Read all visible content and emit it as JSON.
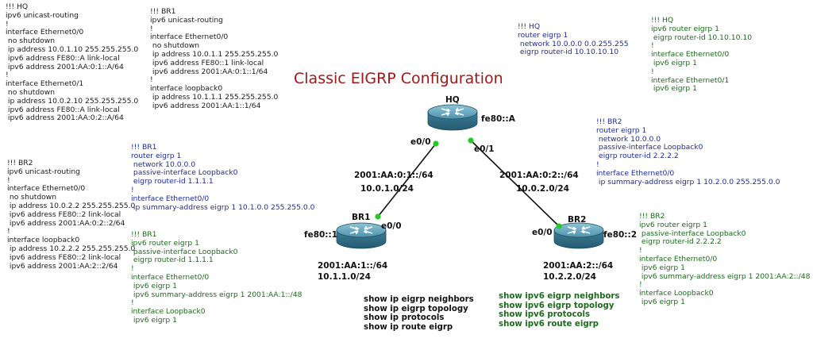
{
  "title": "Classic EIGRP Configuration",
  "colors": {
    "title": "#a01818",
    "ipv4_config": "#1f2a9a",
    "ipv6_config": "#1c6a1c",
    "base_config": "#1a1a1a",
    "link": "#111111",
    "port_dot": "#22cc22"
  },
  "configs": {
    "hq_base": "!!! HQ\nipv6 unicast-routing\n!\ninterface Ethernet0/0\n no shutdown\n ip address 10.0.1.10 255.255.255.0\n ipv6 address FE80::A link-local\n ipv6 address 2001:AA:0:1::A/64\n!\ninterface Ethernet0/1\n no shutdown\n ip address 10.0.2.10 255.255.255.0\n ipv6 address FE80::A link-local\n ipv6 address 2001:AA:0:2::A/64",
    "br1_base": "!!! BR1\nipv6 unicast-routing\n!\ninterface Ethernet0/0\n no shutdown\n ip address 10.0.1.1 255.255.255.0\n ipv6 address FE80::1 link-local\n ipv6 address 2001:AA:0:1::1/64\n!\ninterface loopback0\n ip address 10.1.1.1 255.255.255.0\n ipv6 address 2001:AA:1::1/64",
    "br2_base": "!!! BR2\nipv6 unicast-routing\n!\ninterface Ethernet0/0\n no shutdown\n ip address 10.0.2.2 255.255.255.0\n ipv6 address FE80::2 link-local\n ipv6 address 2001:AA:0:2::2/64\n!\ninterface loopback0\n ip address 10.2.2.2 255.255.255.0\n ipv6 address FE80::2 link-local\n ipv6 address 2001:AA:2::2/64",
    "br1_ipv4": "!!! BR1\nrouter eigrp 1\n network 10.0.0.0\n passive-interface Loopback0\n eigrp router-id 1.1.1.1\n!\ninterface Ethernet0/0\n ip summary-address eigrp 1 10.1.0.0 255.255.0.0",
    "br1_ipv6": "!!! BR1\nipv6 router eigrp 1\n passive-interface Loopback0\n eigrp router-id 1.1.1.1\n!\ninterface Ethernet0/0\n ipv6 eigrp 1\n ipv6 summary-address eigrp 1 2001:AA:1::/48\n!\ninterface Loopback0\n ipv6 eigrp 1",
    "hq_ipv4": "!!! HQ\nrouter eigrp 1\n network 10.0.0.0 0.0.255.255\n eigrp router-id 10.10.10.10",
    "hq_ipv6": "!!! HQ\nipv6 router eigrp 1\n eigrp router-id 10.10.10.10\n!\ninterface Ethernet0/0\n ipv6 eigrp 1\n!\ninterface Ethernet0/1\n ipv6 eigrp 1",
    "br2_ipv4": "!!! BR2\nrouter eigrp 1\n network 10.0.0.0\n passive-interface Loopback0\n eigrp router-id 2.2.2.2\n!\ninterface Ethernet0/0\n ip summary-address eigrp 1 10.2.0.0 255.255.0.0",
    "br2_ipv6": "!!! BR2\nipv6 router eigrp 1\n passive-interface Loopback0\n eigrp router-id 2.2.2.2\n!\ninterface Ethernet0/0\n ipv6 eigrp 1\n ipv6 summary-address eigrp 1 2001:AA:2::/48\n!\ninterface Loopback0\n ipv6 eigrp 1"
  },
  "topology": {
    "routers": [
      {
        "id": "hq",
        "name": "HQ",
        "link_local": "fe80::A"
      },
      {
        "id": "br1",
        "name": "BR1",
        "link_local": "fe80::1",
        "loopback_v6": "2001:AA:1::/64",
        "loopback_v4": "10.1.1.0/24"
      },
      {
        "id": "br2",
        "name": "BR2",
        "link_local": "fe80::2",
        "loopback_v6": "2001:AA:2::/64",
        "loopback_v4": "10.2.2.0/24"
      }
    ],
    "links": [
      {
        "from": "hq",
        "to": "br1",
        "from_port": "e0/0",
        "to_port": "e0/0",
        "ipv6_net": "2001:AA:0:1::/64",
        "ipv4_net": "10.0.1.0/24"
      },
      {
        "from": "hq",
        "to": "br2",
        "from_port": "e0/1",
        "to_port": "e0/0",
        "ipv6_net": "2001:AA:0:2::/64",
        "ipv4_net": "10.0.2.0/24"
      }
    ]
  },
  "commands": {
    "ipv4": "show ip eigrp neighbors\nshow ip eigrp topology\nshow ip protocols\nshow ip route eigrp",
    "ipv6": "show ipv6 eigrp neighbors\nshow ipv6 eigrp topology\nshow ipv6 protocols\nshow ipv6 route eigrp"
  }
}
